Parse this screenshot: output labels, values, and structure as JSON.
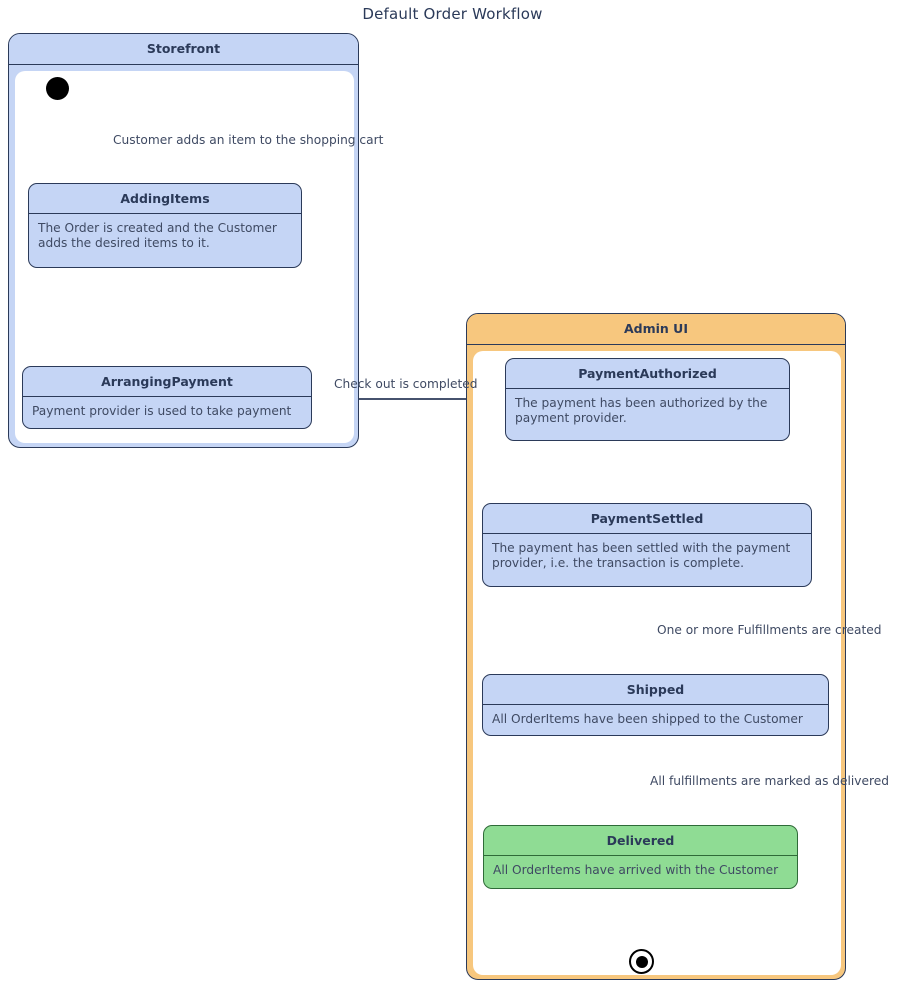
{
  "diagram": {
    "title": "Default Order Workflow",
    "type": "uml-state-machine",
    "colors": {
      "line": "#2b3a59",
      "state_fill": "#c5d5f5",
      "state_border": "#2b3a59",
      "storefront_header_fill": "#c5d5f5",
      "adminui_header_fill": "#f7c77e",
      "delivered_fill": "#8fdc94",
      "delivered_border": "#2f6b38",
      "text": "#3f4a63",
      "title_text": "#2b3a59",
      "canvas": "#ffffff"
    }
  },
  "composites": {
    "storefront": {
      "name": "Storefront",
      "states": {
        "adding_items": {
          "name": "AddingItems",
          "description": "The Order is created and the Customer adds the desired items to it."
        },
        "arranging_payment": {
          "name": "ArrangingPayment",
          "description": "Payment provider is used to take payment"
        }
      }
    },
    "admin_ui": {
      "name": "Admin UI",
      "states": {
        "payment_authorized": {
          "name": "PaymentAuthorized",
          "description": "The payment has been authorized by the payment provider."
        },
        "payment_settled": {
          "name": "PaymentSettled",
          "description": "The payment has been settled with the payment provider, i.e. the transaction is complete."
        },
        "shipped": {
          "name": "Shipped",
          "description": "All OrderItems have been shipped to the Customer"
        },
        "delivered": {
          "name": "Delivered",
          "description": "All OrderItems have arrived with the Customer"
        }
      }
    }
  },
  "transitions": {
    "initial_to_adding_items": "Customer adds an item to the shopping cart",
    "adding_items_to_arranging_payment": "",
    "arranging_payment_to_payment_authorized": "Check out is completed",
    "payment_authorized_to_payment_settled": "",
    "payment_settled_to_shipped": "One or more Fulfillments are created",
    "shipped_to_delivered": "All fulfillments are marked as delivered",
    "delivered_to_final": ""
  },
  "pseudo_states": {
    "initial": "initial-state-filled-circle",
    "final": "final-state-bullseye-circle"
  }
}
